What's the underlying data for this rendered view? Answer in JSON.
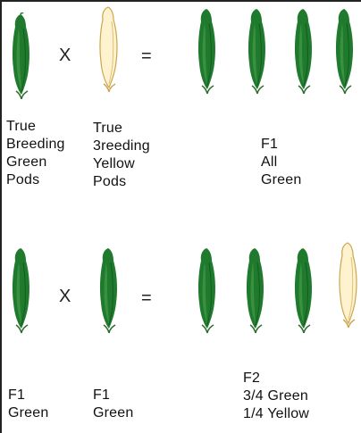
{
  "diagram": {
    "row1": {
      "operator_cross": "X",
      "operator_equals": "=",
      "parent1_label": [
        "True",
        "Breeding",
        "Green",
        "Pods"
      ],
      "parent2_label": [
        "True",
        "3reeding",
        "Yellow",
        "Pods"
      ],
      "offspring_label": [
        "F1",
        "All",
        "Green"
      ],
      "pods": [
        "green",
        "yellow",
        "green",
        "green",
        "green",
        "green"
      ]
    },
    "row2": {
      "operator_cross": "X",
      "operator_equals": "=",
      "parent1_label": [
        "F1",
        "Green"
      ],
      "parent2_label": [
        "F1",
        "Green"
      ],
      "offspring_label": [
        "F2",
        "3/4 Green",
        "1/4 Yellow"
      ],
      "pods": [
        "green",
        "green",
        "green",
        "green",
        "green",
        "yellow"
      ]
    },
    "colors": {
      "green_pod": "#1f7a2e",
      "green_highlight": "#4fa44f",
      "green_shadow": "#0f4a18",
      "yellow_pod": "#fff3cf",
      "yellow_edge": "#caa64f",
      "stem": "#2c6b2c"
    }
  }
}
